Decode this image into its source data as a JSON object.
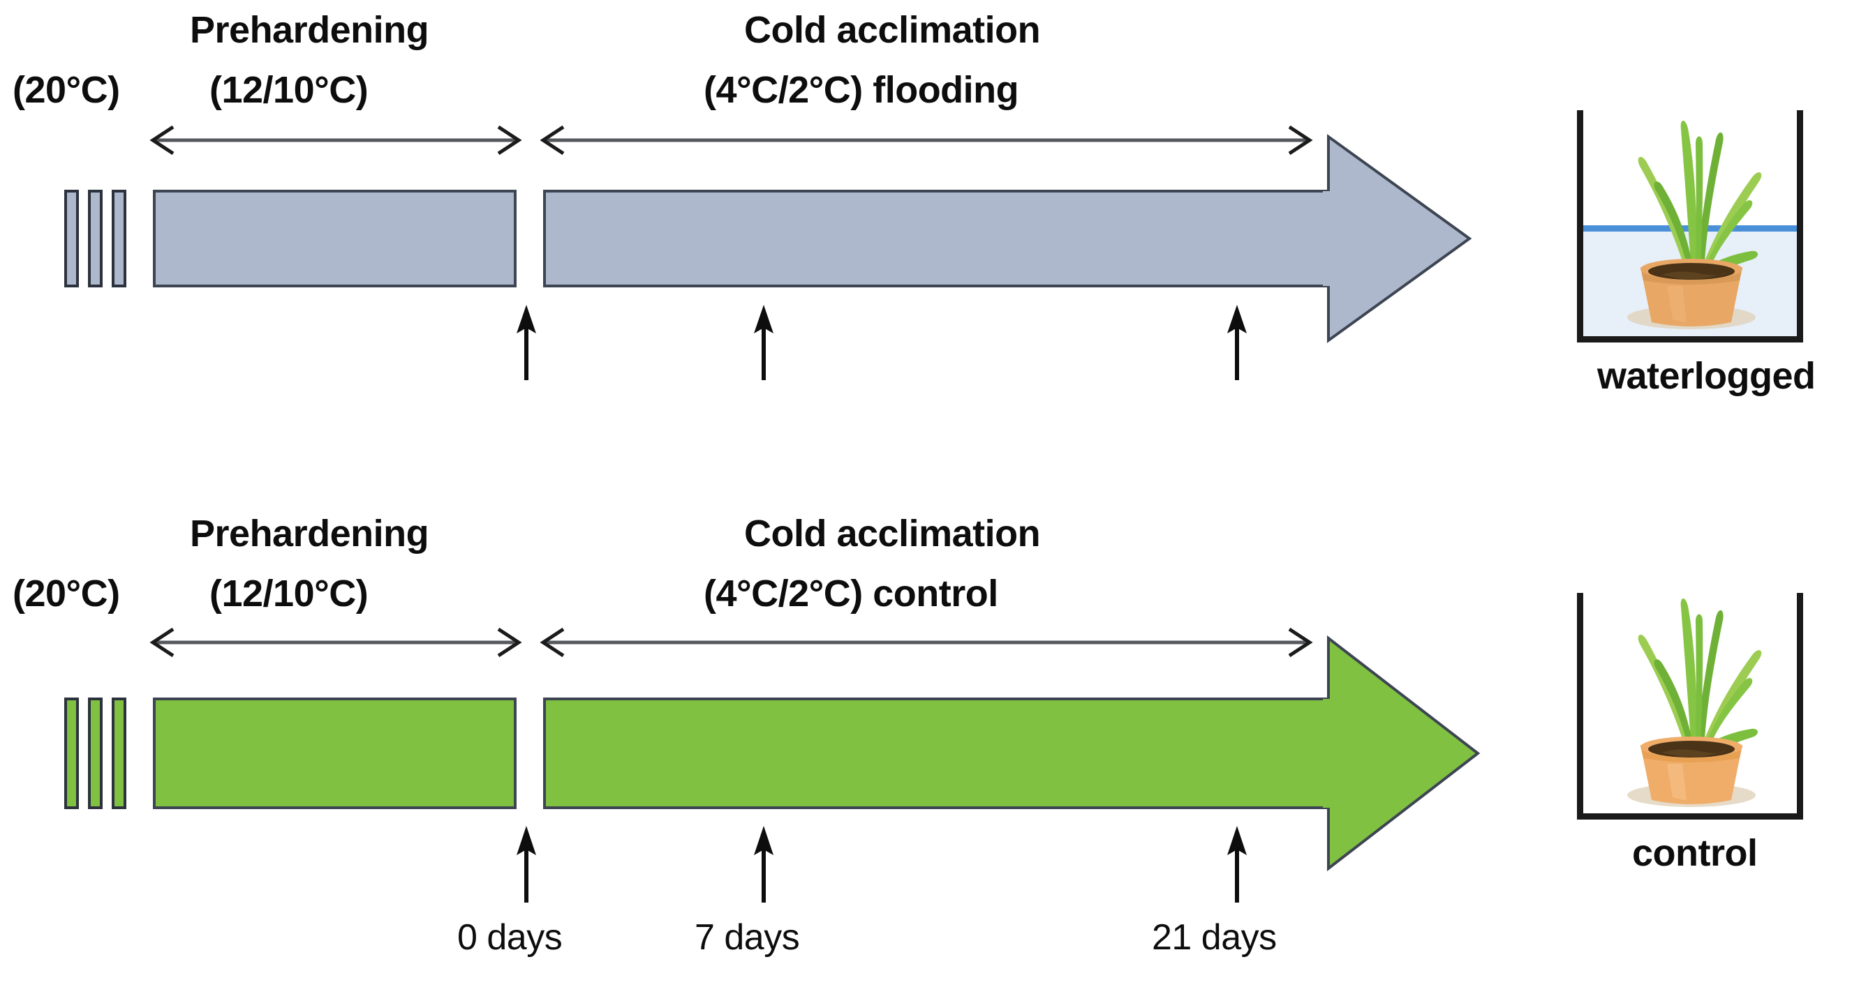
{
  "diagram": {
    "title": "Cold acclimation experiment timeline",
    "colors": {
      "flooding_arrow": "#aeb8cc",
      "control_arrow": "#80c142",
      "arrow_outline": "#3d4553",
      "water_line": "#4a90d9",
      "water_fill": "#e7eff9",
      "text": "#0d0d0d"
    }
  },
  "rows": [
    {
      "id": "flooding",
      "arrow_color": "#aeb8cc",
      "pre_phase_label": "(20°C)",
      "phases": [
        {
          "name": "Prehardening",
          "temperature": "(12/10°C)"
        },
        {
          "name": "Cold acclimation",
          "temperature": "(4°C/2°C) flooding"
        }
      ],
      "sampling_points": [
        "0 days",
        "7 days",
        "21 days"
      ]
    },
    {
      "id": "control",
      "arrow_color": "#80c142",
      "pre_phase_label": "(20°C)",
      "phases": [
        {
          "name": "Prehardening",
          "temperature": "(12/10°C)"
        },
        {
          "name": "Cold acclimation",
          "temperature": "(4°C/2°C) control"
        }
      ],
      "sampling_points": [
        "0 days",
        "7 days",
        "21 days"
      ]
    }
  ],
  "timepoints": {
    "t0": "0 days",
    "t7": "7 days",
    "t21": "21 days"
  },
  "treatments": [
    {
      "id": "waterlogged",
      "label": "waterlogged",
      "has_water": true
    },
    {
      "id": "control",
      "label": "control",
      "has_water": false
    }
  ]
}
